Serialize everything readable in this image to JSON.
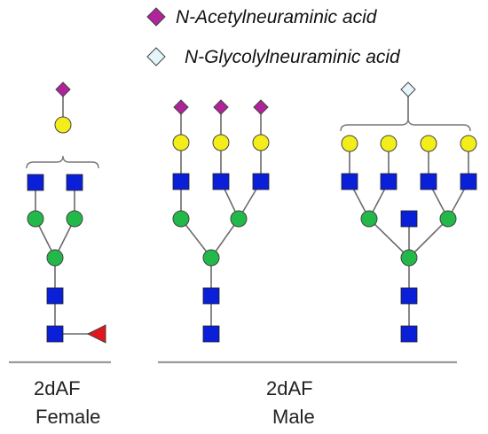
{
  "legend": [
    {
      "label": "N-Acetylneuraminic acid",
      "shape": "diamond",
      "color": "#b0239b"
    },
    {
      "label": "N-Glycolylneuraminic acid",
      "shape": "diamond",
      "color": "#e4f6f9"
    }
  ],
  "groups": [
    {
      "line1": "2dAF",
      "line2": "Female"
    },
    {
      "line1": "2dAF",
      "line2": "Male"
    }
  ],
  "symbol_colors": {
    "GlcNAc": "#0a1fd8",
    "Mannose": "#22b84a",
    "Galactose": "#f3ee1a",
    "Fucose": "#e0161c",
    "Neu5Ac": "#b0239b",
    "Neu5Gc": "#e4f6f9"
  },
  "glycans": [
    {
      "sex": "Female",
      "terminal_sialic_acid": "Neu5Ac",
      "antennae": 2,
      "core_fucose": true
    },
    {
      "sex": "Male",
      "terminal_sialic_acid": "Neu5Ac",
      "antennae": 3,
      "core_fucose": false
    },
    {
      "sex": "Male",
      "terminal_sialic_acid": "Neu5Gc",
      "antennae": 4,
      "core_fucose": false,
      "bisecting_GlcNAc": true
    }
  ]
}
